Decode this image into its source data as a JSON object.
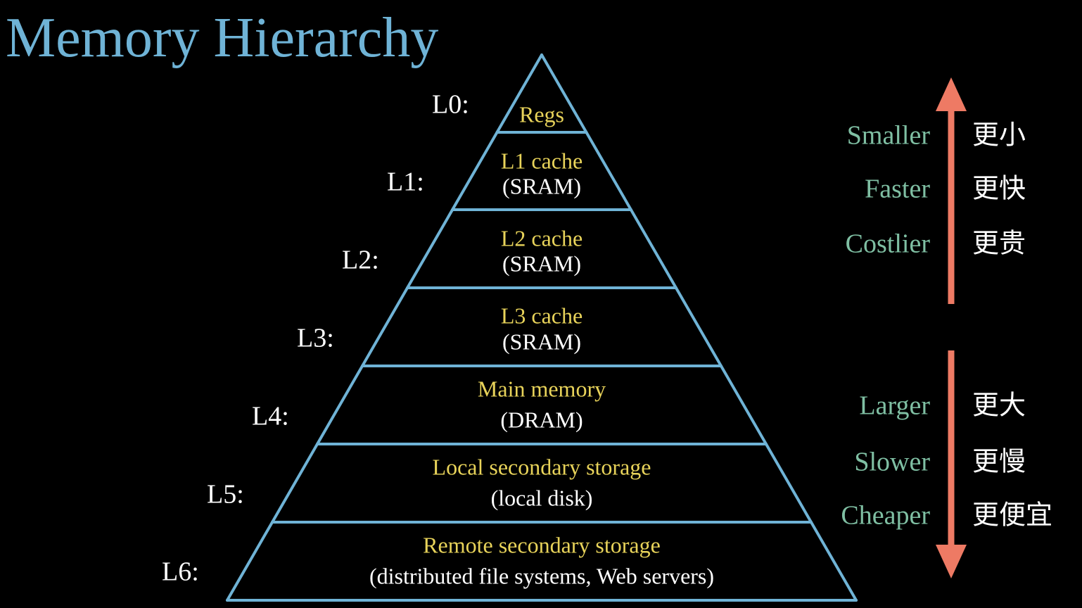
{
  "title": "Memory Hierarchy",
  "colors": {
    "background": "#000000",
    "title": "#6fb3d6",
    "pyramid_stroke": "#6fb3d6",
    "level_name": "#e8d35a",
    "level_tech": "#ffffff",
    "level_label": "#ffffff",
    "property_text": "#7fbfa3",
    "chinese_text": "#ffffff",
    "arrow": "#ee7a64"
  },
  "levels": [
    {
      "label": "L0:",
      "name": "Regs",
      "tech": ""
    },
    {
      "label": "L1:",
      "name": "L1 cache",
      "tech": "(SRAM)"
    },
    {
      "label": "L2:",
      "name": "L2 cache",
      "tech": "(SRAM)"
    },
    {
      "label": "L3:",
      "name": "L3 cache",
      "tech": "(SRAM)"
    },
    {
      "label": "L4:",
      "name": "Main memory",
      "tech": "(DRAM)"
    },
    {
      "label": "L5:",
      "name": "Local secondary storage",
      "tech": "(local disk)"
    },
    {
      "label": "L6:",
      "name": "Remote secondary storage",
      "tech": "(distributed file systems, Web servers)"
    }
  ],
  "up_properties": [
    {
      "en": "Smaller",
      "zh": "更小"
    },
    {
      "en": "Faster",
      "zh": "更快"
    },
    {
      "en": "Costlier",
      "zh": "更贵"
    }
  ],
  "down_properties": [
    {
      "en": "Larger",
      "zh": "更大"
    },
    {
      "en": "Slower",
      "zh": "更慢"
    },
    {
      "en": "Cheaper",
      "zh": "更便宜"
    }
  ]
}
